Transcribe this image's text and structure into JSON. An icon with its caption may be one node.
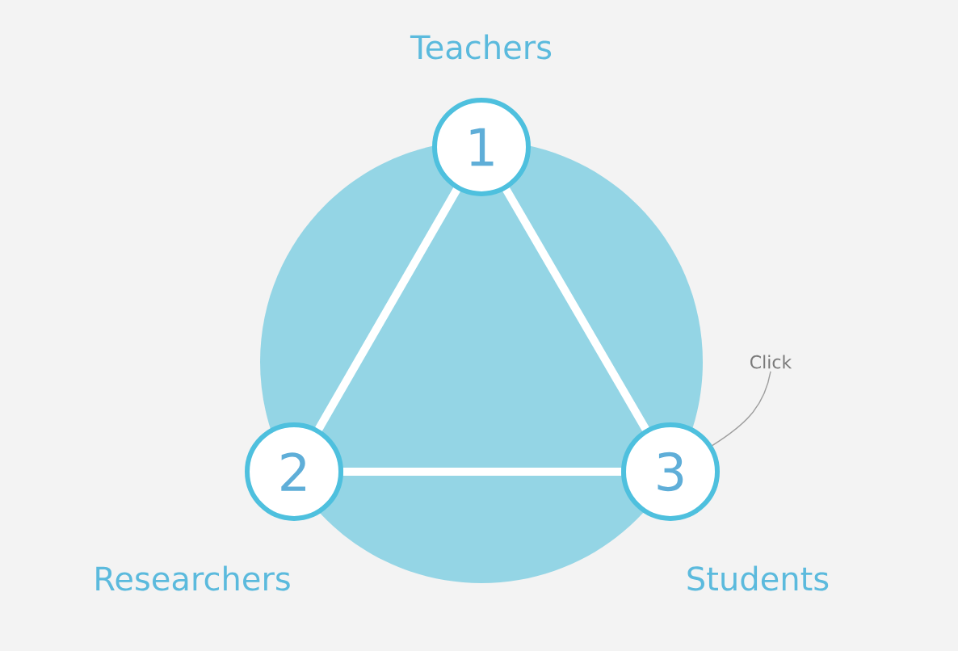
{
  "diagram": {
    "nodes": [
      {
        "text": [
          "1"
        ],
        "beside": [
          "Teachers"
        ]
      },
      {
        "text": [
          "2"
        ],
        "beside": [
          "Researchers"
        ]
      },
      {
        "text": [
          "3"
        ],
        "beside": [
          "Students"
        ]
      },
      {
        "text": [
          "Click"
        ]
      }
    ],
    "edges": [
      {
        "from": 0,
        "to": 1,
        "arrow": "none"
      },
      {
        "from": 0,
        "to": 2,
        "arrow": "none"
      },
      {
        "from": 1,
        "to": 2,
        "arrow": "none"
      },
      {
        "from": 3,
        "to": 2,
        "arrow": "none",
        "color": "#9e9e9e"
      }
    ]
  }
}
